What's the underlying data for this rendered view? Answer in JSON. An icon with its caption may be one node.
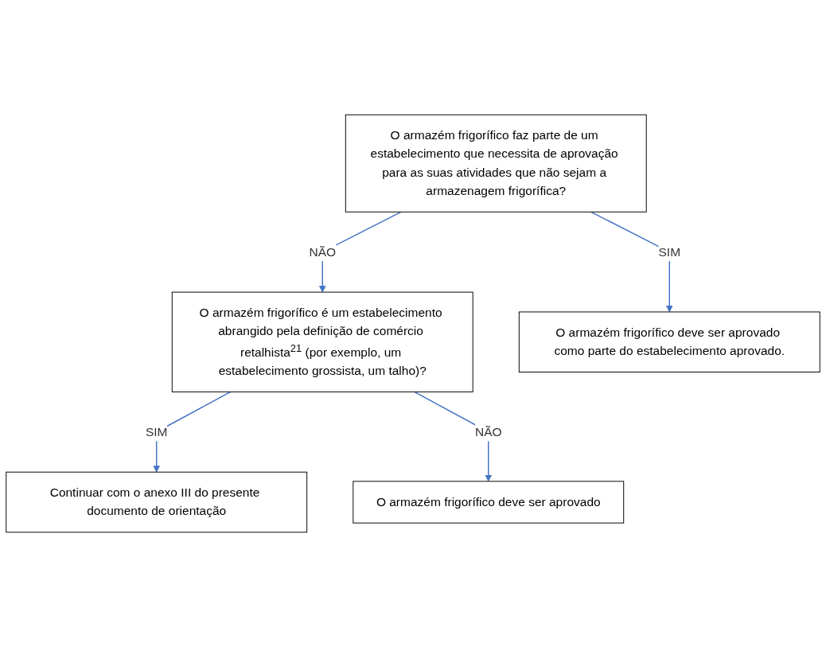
{
  "diagram": {
    "nodes": [
      {
        "text": [
          "O armazém frigorífico faz parte de um estabelecimento que necessita de aprovação para as suas atividades que não sejam a armazenagem frigorífica?"
        ]
      },
      {
        "text": [
          "O armazém frigorífico é um estabelecimento abrangido pela definição de comércio retalhista$^{21}$ (por exemplo, um estabelecimento grossista, um talho)?"
        ]
      },
      {
        "text": [
          "O armazém frigorífico deve ser aprovado como parte do estabelecimento aprovado."
        ]
      },
      {
        "text": [
          "O armazém frigorífico deve ser aprovado"
        ]
      },
      {
        "text": [
          "Continuar com o anexo III do presente documento de orientação"
        ]
      }
    ],
    "edges": [
      {
        "from": 0,
        "to": 1,
        "label": "NÃO",
        "arrow": "to"
      },
      {
        "from": 0,
        "to": 2,
        "label": "SIM",
        "arrow": "to"
      },
      {
        "from": 1,
        "to": 4,
        "label": "SIM",
        "arrow": "to"
      },
      {
        "from": 1,
        "to": 3,
        "label": "NÃO",
        "arrow": "to"
      }
    ]
  }
}
